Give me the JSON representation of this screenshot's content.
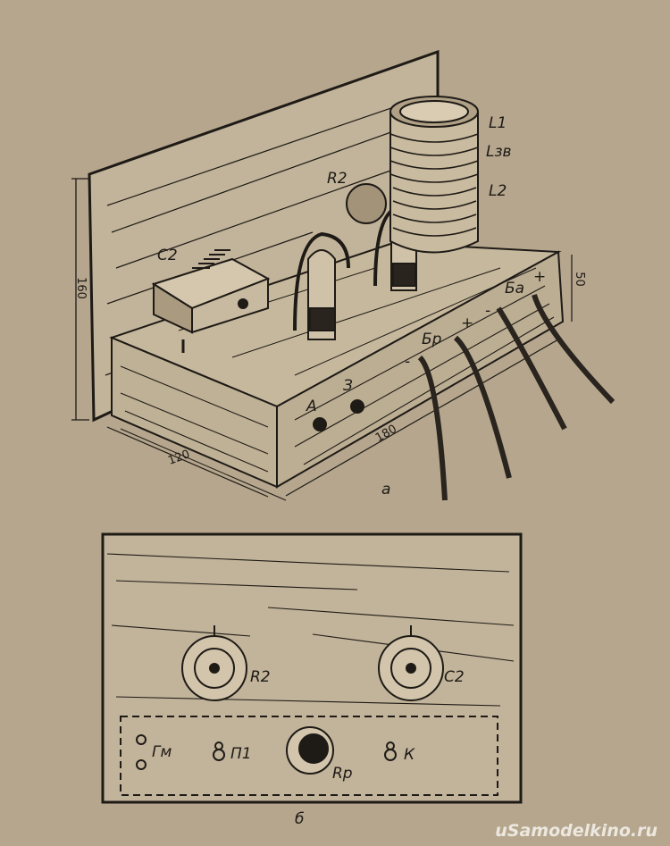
{
  "figure_a": {
    "caption": "а",
    "labels": {
      "capacitor": "C2",
      "resistor": "R2",
      "coil_1": "L1",
      "coil_fb": "Lзв",
      "coil_2": "L2",
      "height_dim": "160",
      "box_height_dim": "50",
      "depth_dim": "120",
      "width_dim": "180",
      "battery_filament": "Бр",
      "battery_anode": "Ба",
      "plus_1": "+",
      "plus_2": "+",
      "minus_1": "-",
      "minus_2": "-",
      "antenna": "А",
      "ground": "З"
    }
  },
  "figure_b": {
    "caption": "б",
    "labels": {
      "resistor": "R2",
      "capacitor": "C2",
      "phones": "Гм",
      "switch": "П1",
      "rheostat": "Rр",
      "key": "К"
    }
  },
  "watermark": "uSamodelkino.ru",
  "colors": {
    "paper": "#b5a68d",
    "ink": "#1e1a16"
  }
}
